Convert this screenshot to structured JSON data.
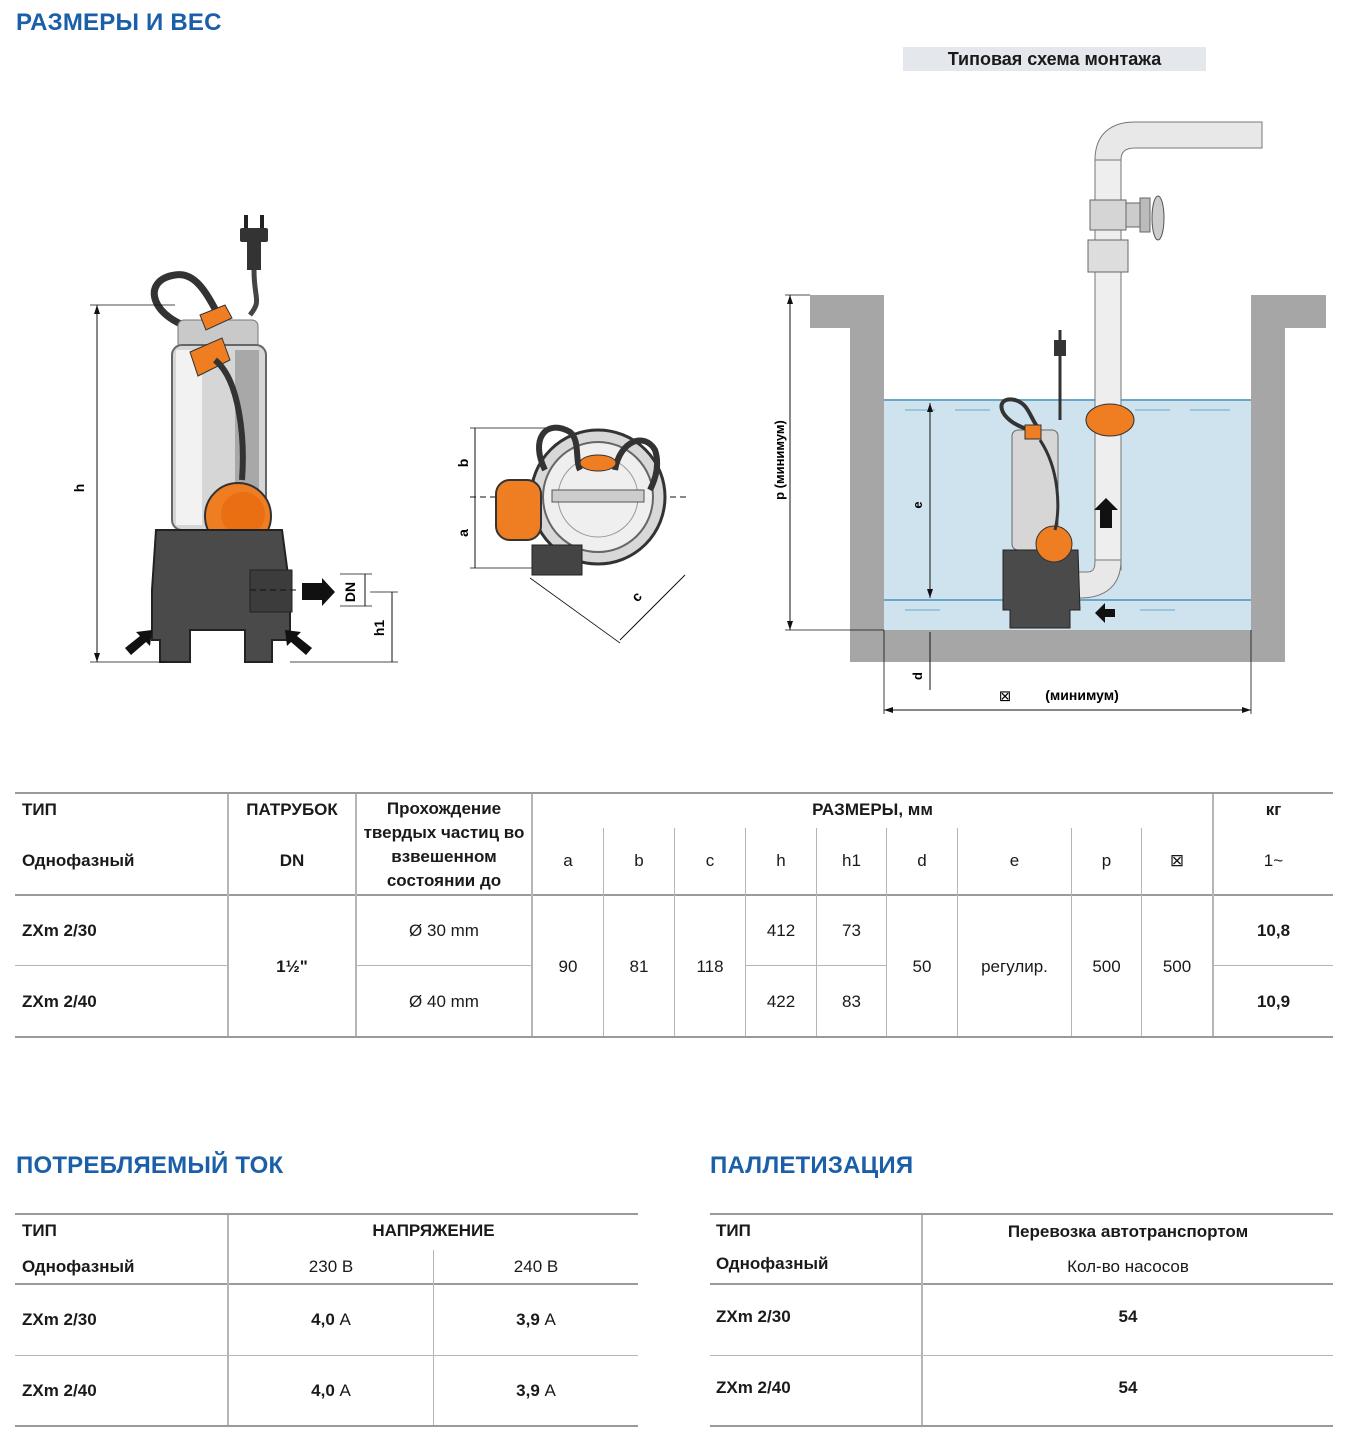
{
  "section_dimensions": {
    "title": "РАЗМЕРЫ И ВЕС"
  },
  "installation": {
    "label": "Типовая схема монтажа",
    "p_label": "p (минимум)",
    "e_label": "e",
    "d_label": "d",
    "width_label": "(минимум)",
    "square_symbol": "⊠"
  },
  "pump_drawing": {
    "h_label": "h",
    "h1_label": "h1",
    "dn_label": "DN",
    "a_label": "a",
    "b_label": "b",
    "c_label": "c"
  },
  "dim_table": {
    "headers": {
      "type": "ТИП",
      "phase": "Однофазный",
      "outlet": "ПАТРУБОК",
      "dn": "DN",
      "solids": "Прохождение твердых частиц во взвешенном состоянии до",
      "sizes": "РАЗМЕРЫ, мм",
      "kg": "кг",
      "kg_phase": "1~"
    },
    "columns": [
      "a",
      "b",
      "c",
      "h",
      "h1",
      "d",
      "e",
      "p",
      "⊠"
    ],
    "rows": [
      {
        "model": "ZXm 2/30",
        "solids": "Ø 30 mm",
        "h": "412",
        "h1": "73",
        "kg": "10,8"
      },
      {
        "model": "ZXm 2/40",
        "solids": "Ø 40 mm",
        "h": "422",
        "h1": "83",
        "kg": "10,9"
      }
    ],
    "shared": {
      "dn": "1½\"",
      "a": "90",
      "b": "81",
      "c": "118",
      "d": "50",
      "e": "регулир.",
      "p": "500",
      "sq": "500"
    }
  },
  "current": {
    "title": "ПОТРЕБЛЯЕМЫЙ ТОК",
    "type": "ТИП",
    "phase": "Однофазный",
    "voltage": "НАПРЯЖЕНИЕ",
    "v1": "230 В",
    "v2": "240 В",
    "rows": [
      {
        "model": "ZXm 2/30",
        "a1": "4,0",
        "a2": "3,9"
      },
      {
        "model": "ZXm 2/40",
        "a1": "4,0",
        "a2": "3,9"
      }
    ],
    "unit": "А"
  },
  "pallet": {
    "title": "ПАЛЛЕТИЗАЦИЯ",
    "type": "ТИП",
    "phase": "Однофазный",
    "transport": "Перевозка автотранспортом",
    "qty": "Кол-во насосов",
    "rows": [
      {
        "model": "ZXm 2/30",
        "qty": "54"
      },
      {
        "model": "ZXm 2/40",
        "qty": "54"
      }
    ]
  }
}
